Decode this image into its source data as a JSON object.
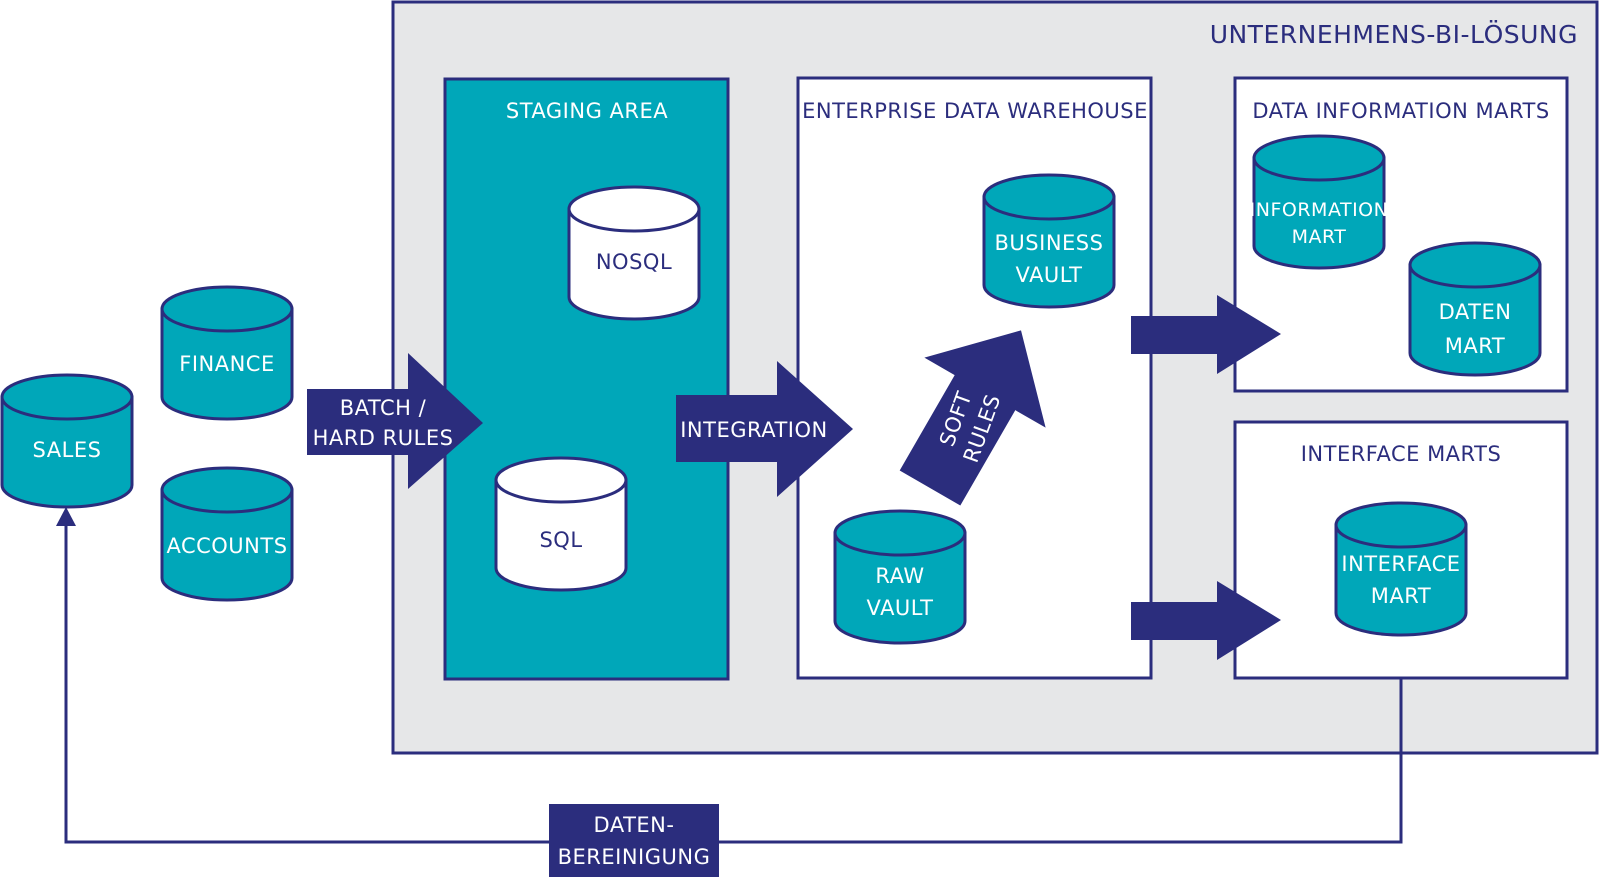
{
  "solution_title": "UNTERNEHMENS-BI-LÖSUNG",
  "sources": {
    "sales": "SALES",
    "finance": "FINANCE",
    "accounts": "ACCOUNTS"
  },
  "arrows": {
    "batch_line1": "BATCH /",
    "batch_line2": "HARD RULES",
    "integration": "INTEGRATION",
    "soft_line1": "SOFT",
    "soft_line2": "RULES"
  },
  "staging": {
    "title": "STAGING AREA",
    "nosql": "NOSQL",
    "sql": "SQL"
  },
  "edw": {
    "title": "ENTERPRISE DATA WAREHOUSE",
    "business_line1": "BUSINESS",
    "business_line2": "VAULT",
    "raw_line1": "RAW",
    "raw_line2": "VAULT"
  },
  "dim": {
    "title": "DATA INFORMATION MARTS",
    "info_line1": "INFORMATION",
    "info_line2": "MART",
    "daten_line1": "DATEN",
    "daten_line2": "MART"
  },
  "im": {
    "title": "INTERFACE MARTS",
    "mart_line1": "INTERFACE",
    "mart_line2": "MART"
  },
  "cleanup": {
    "line1": "DATEN-",
    "line2": "BEREINIGUNG"
  },
  "colors": {
    "navy": "#2b2d7d",
    "teal": "#00a7b9",
    "grey": "#e6e7e8",
    "white": "#ffffff"
  }
}
